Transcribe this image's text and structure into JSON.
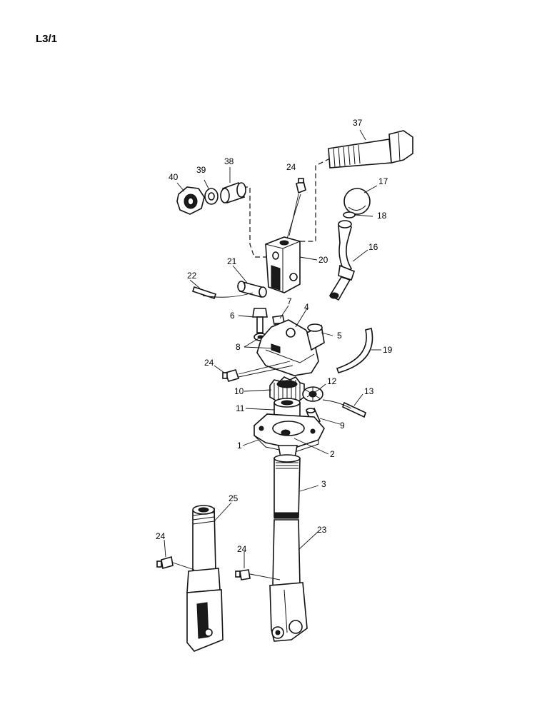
{
  "page": {
    "label": "L3/1"
  },
  "callouts": [
    {
      "id": "37",
      "text": "37"
    },
    {
      "id": "24a",
      "text": "24"
    },
    {
      "id": "40",
      "text": "40"
    },
    {
      "id": "39",
      "text": "39"
    },
    {
      "id": "38",
      "text": "38"
    },
    {
      "id": "17",
      "text": "17"
    },
    {
      "id": "18",
      "text": "18"
    },
    {
      "id": "16",
      "text": "16"
    },
    {
      "id": "20",
      "text": "20"
    },
    {
      "id": "21",
      "text": "21"
    },
    {
      "id": "22",
      "text": "22"
    },
    {
      "id": "7",
      "text": "7"
    },
    {
      "id": "4",
      "text": "4"
    },
    {
      "id": "6",
      "text": "6"
    },
    {
      "id": "5",
      "text": "5"
    },
    {
      "id": "8",
      "text": "8"
    },
    {
      "id": "19",
      "text": "19"
    },
    {
      "id": "24b",
      "text": "24"
    },
    {
      "id": "12",
      "text": "12"
    },
    {
      "id": "10",
      "text": "10"
    },
    {
      "id": "13",
      "text": "13"
    },
    {
      "id": "11",
      "text": "11"
    },
    {
      "id": "9",
      "text": "9"
    },
    {
      "id": "1",
      "text": "1"
    },
    {
      "id": "2",
      "text": "2"
    },
    {
      "id": "3",
      "text": "3"
    },
    {
      "id": "25",
      "text": "25"
    },
    {
      "id": "23",
      "text": "23"
    },
    {
      "id": "24c",
      "text": "24"
    },
    {
      "id": "24d",
      "text": "24"
    }
  ]
}
